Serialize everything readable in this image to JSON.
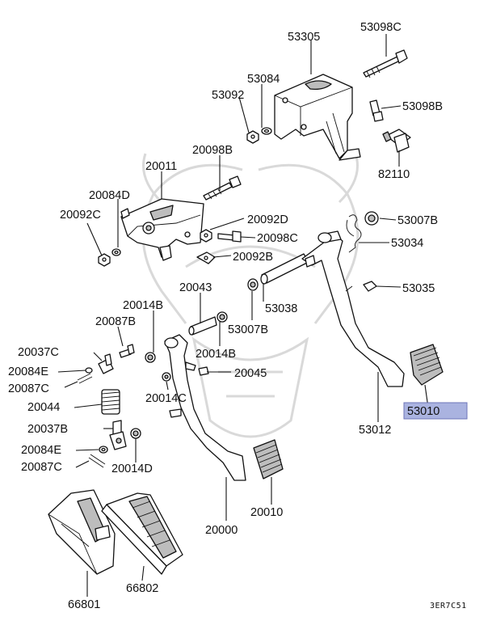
{
  "diagram": {
    "highlight_color": "#aab3e0",
    "code": "3ER7C51",
    "labels": [
      {
        "id": "53305",
        "text": "53305"
      },
      {
        "id": "53098C",
        "text": "53098C"
      },
      {
        "id": "53084",
        "text": "53084"
      },
      {
        "id": "53092",
        "text": "53092"
      },
      {
        "id": "53098B",
        "text": "53098B"
      },
      {
        "id": "82110",
        "text": "82110"
      },
      {
        "id": "20098B",
        "text": "20098B"
      },
      {
        "id": "20011",
        "text": "20011"
      },
      {
        "id": "20084D",
        "text": "20084D"
      },
      {
        "id": "20092C",
        "text": "20092C"
      },
      {
        "id": "20092D",
        "text": "20092D"
      },
      {
        "id": "20098C",
        "text": "20098C"
      },
      {
        "id": "20092B",
        "text": "20092B"
      },
      {
        "id": "53007B-top",
        "text": "53007B"
      },
      {
        "id": "53034",
        "text": "53034"
      },
      {
        "id": "53035",
        "text": "53035"
      },
      {
        "id": "20043",
        "text": "20043"
      },
      {
        "id": "53038",
        "text": "53038"
      },
      {
        "id": "53007B-mid",
        "text": "53007B"
      },
      {
        "id": "20014B-left",
        "text": "20014B"
      },
      {
        "id": "20014B-mid",
        "text": "20014B"
      },
      {
        "id": "20087B",
        "text": "20087B"
      },
      {
        "id": "20037C",
        "text": "20037C"
      },
      {
        "id": "20084E-top",
        "text": "20084E"
      },
      {
        "id": "20087C-top",
        "text": "20087C"
      },
      {
        "id": "20045",
        "text": "20045"
      },
      {
        "id": "20014C",
        "text": "20014C"
      },
      {
        "id": "20044",
        "text": "20044"
      },
      {
        "id": "20037B",
        "text": "20037B"
      },
      {
        "id": "20084E-bot",
        "text": "20084E"
      },
      {
        "id": "20087C-bot",
        "text": "20087C"
      },
      {
        "id": "20014D",
        "text": "20014D"
      },
      {
        "id": "53010",
        "text": "53010"
      },
      {
        "id": "53012",
        "text": "53012"
      },
      {
        "id": "20010",
        "text": "20010"
      },
      {
        "id": "20000",
        "text": "20000"
      },
      {
        "id": "66801",
        "text": "66801"
      },
      {
        "id": "66802",
        "text": "66802"
      }
    ]
  }
}
